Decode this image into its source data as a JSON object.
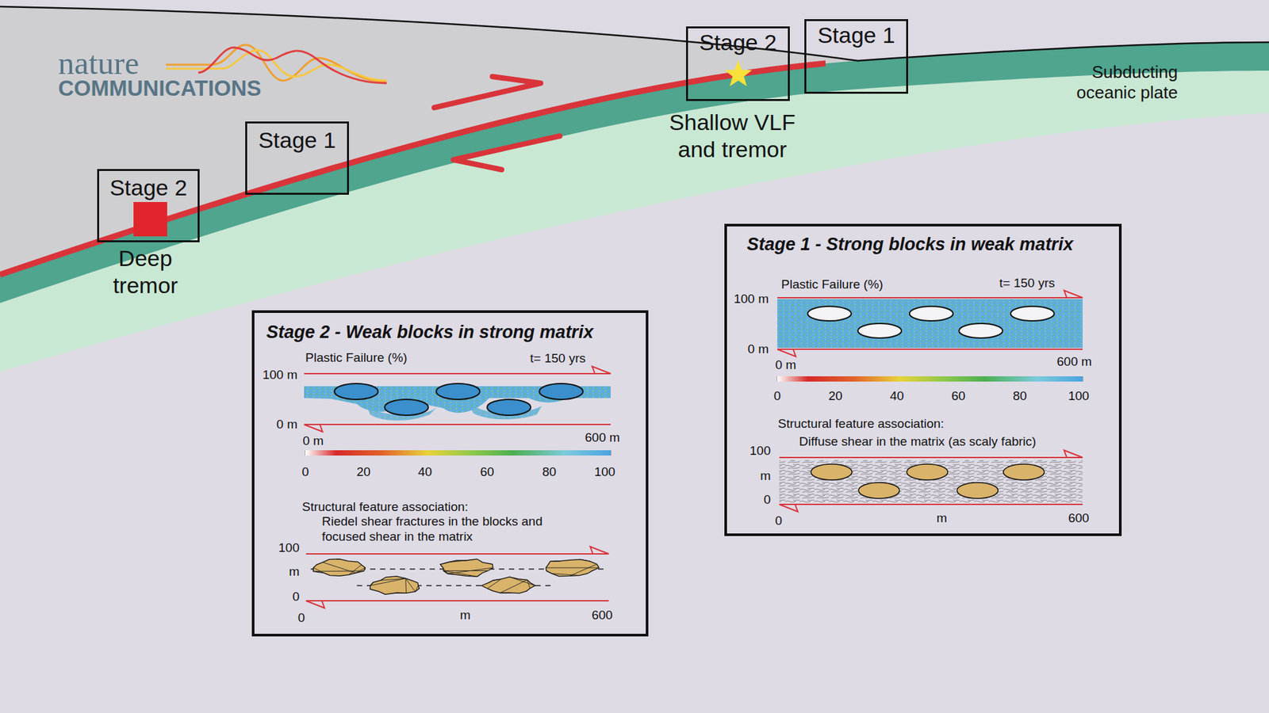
{
  "diagram": {
    "nodes": [
      {
        "text": [
          "Stage 2"
        ]
      },
      {
        "text": [
          "Stage 1"
        ]
      },
      {
        "text": [
          "Stage 2"
        ]
      },
      {
        "text": [
          "Stage 1"
        ]
      },
      {
        "text": [
          "Stage 2 - Weak blocks in strong matrix"
        ]
      },
      {
        "text": [
          "Stage 1 - Strong blocks in weak matrix"
        ]
      }
    ],
    "labels": [
      "nature",
      "COMMUNICATIONS",
      "Deep tremor",
      "Shallow VLF and tremor",
      "Subducting oceanic plate",
      "Plastic Failure (%)",
      "t= 150 yrs",
      "100 m",
      "0 m",
      "0 m",
      "600 m",
      "0",
      "20",
      "40",
      "60",
      "80",
      "100",
      "Structural feature association:",
      "Riedel shear fractures in the blocks and focused shear in the matrix",
      "100",
      "m",
      "0",
      "0",
      "m",
      "600",
      "Plastic Failure (%)",
      "t= 150 yrs",
      "100 m",
      "0 m",
      "0 m",
      "600 m",
      "0",
      "20",
      "40",
      "60",
      "80",
      "100",
      "Structural feature association:",
      "Diffuse shear in the matrix (as scaly fabric)",
      "100",
      "m",
      "0",
      "0",
      "m",
      "600"
    ]
  }
}
